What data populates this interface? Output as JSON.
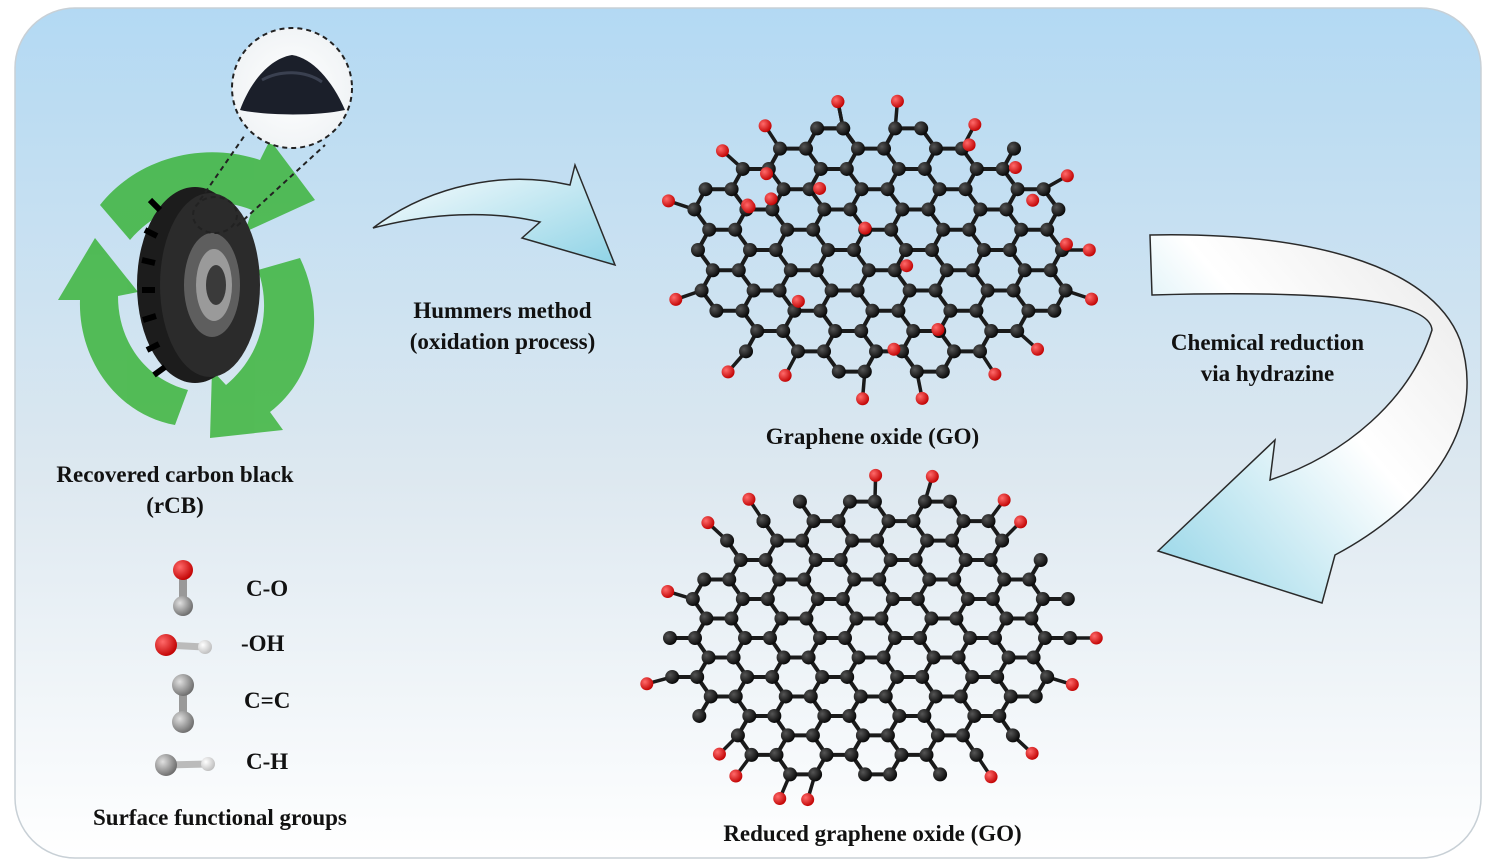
{
  "source": {
    "title_line1": "Recovered carbon black",
    "title_line2": "(rCB)",
    "icons": [
      "tire-icon",
      "recycle-arrows-icon",
      "carbon-powder-icon"
    ]
  },
  "step1": {
    "line1": "Hummers method",
    "line2": "(oxidation process)"
  },
  "go": {
    "label": "Graphene oxide (GO)"
  },
  "step2": {
    "line1": "Chemical reduction",
    "line2": "via hydrazine"
  },
  "rgo": {
    "label": "Reduced graphene oxide (GO)"
  },
  "legend": {
    "title": "Surface functional groups",
    "items": [
      {
        "label": "C-O",
        "icon": "c-o-bond-icon"
      },
      {
        "label": "-OH",
        "icon": "oh-bond-icon"
      },
      {
        "label": "C=C",
        "icon": "c-c-double-bond-icon"
      },
      {
        "label": "C-H",
        "icon": "c-h-bond-icon"
      }
    ]
  },
  "colors": {
    "carbon_atom": "#111111",
    "oxygen_atom": "#e01515",
    "hydrogen_atom": "#e8e8e8",
    "recycle_green": "#3cb43c",
    "background_top": "#b9dcf3",
    "background_bottom": "#ffffff"
  }
}
